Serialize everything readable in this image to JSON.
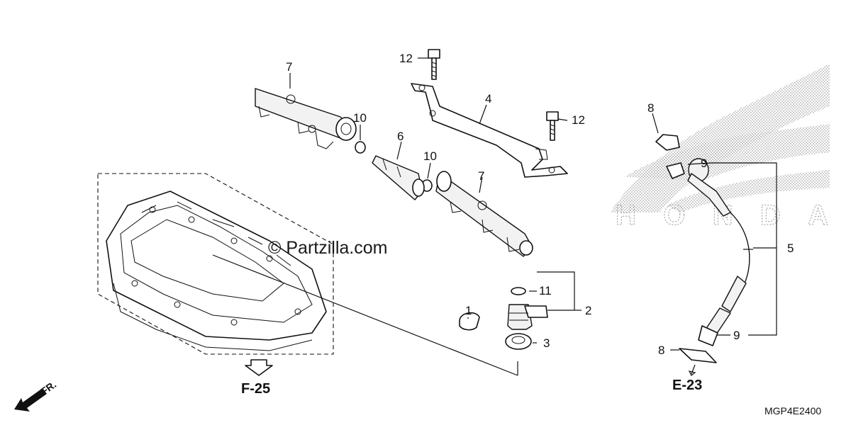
{
  "callouts": {
    "c1": "1",
    "c2": "2",
    "c3": "3",
    "c4": "4",
    "c5": "5",
    "c6": "6",
    "c7a": "7",
    "c7b": "7",
    "c8a": "8",
    "c8b": "8",
    "c9a": "9",
    "c9b": "9",
    "c10a": "10",
    "c10b": "10",
    "c11": "11",
    "c12a": "12",
    "c12b": "12"
  },
  "refs": {
    "f25": "F-25",
    "e23": "E-23"
  },
  "direction_label": "FR.",
  "watermark": "© Partzilla.com",
  "logo_text": "HONDA",
  "diagram_code": "MGP4E2400"
}
